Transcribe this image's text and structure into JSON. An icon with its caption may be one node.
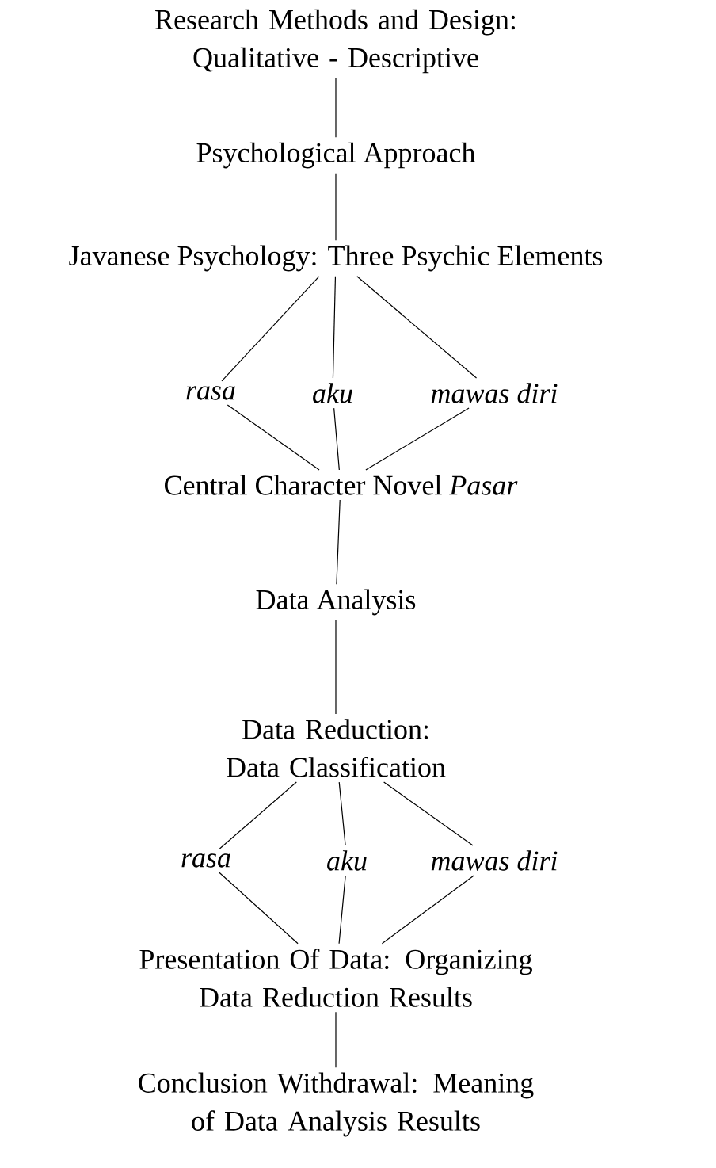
{
  "diagram": {
    "nodes": [
      {
        "text": [
          "Research Methods and Design: Qualitative - Descriptive"
        ]
      },
      {
        "text": [
          "Psychological Approach"
        ]
      },
      {
        "text": [
          "Javanese Psychology: Three Psychic Elements"
        ]
      },
      {
        "text": [
          "rasa"
        ]
      },
      {
        "text": [
          "aku"
        ]
      },
      {
        "text": [
          "mawas diri"
        ]
      },
      {
        "text": [
          "Central Character Novel *Pasar*"
        ]
      },
      {
        "text": [
          "Data Analysis"
        ]
      },
      {
        "text": [
          "Data Reduction: Data Classification"
        ]
      },
      {
        "text": [
          "rasa"
        ]
      },
      {
        "text": [
          "aku"
        ]
      },
      {
        "text": [
          "mawas diri"
        ]
      },
      {
        "text": [
          "Presentation Of Data: Organizing Data Reduction Results"
        ]
      },
      {
        "text": [
          "Conclusion Withdrawal: Meaning of Data Analysis Results"
        ]
      }
    ],
    "edges": [
      {
        "from": 0,
        "to": 1,
        "arrow": "none"
      },
      {
        "from": 1,
        "to": 2,
        "arrow": "none"
      },
      {
        "from": 2,
        "to": 3,
        "arrow": "none"
      },
      {
        "from": 2,
        "to": 4,
        "arrow": "none"
      },
      {
        "from": 2,
        "to": 5,
        "arrow": "none"
      },
      {
        "from": 3,
        "to": 6,
        "arrow": "none"
      },
      {
        "from": 4,
        "to": 6,
        "arrow": "none"
      },
      {
        "from": 5,
        "to": 6,
        "arrow": "none"
      },
      {
        "from": 6,
        "to": 7,
        "arrow": "none"
      },
      {
        "from": 7,
        "to": 8,
        "arrow": "none"
      },
      {
        "from": 8,
        "to": 9,
        "arrow": "none"
      },
      {
        "from": 8,
        "to": 10,
        "arrow": "none"
      },
      {
        "from": 8,
        "to": 11,
        "arrow": "none"
      },
      {
        "from": 9,
        "to": 12,
        "arrow": "none"
      },
      {
        "from": 10,
        "to": 12,
        "arrow": "none"
      },
      {
        "from": 11,
        "to": 12,
        "arrow": "none"
      },
      {
        "from": 12,
        "to": 13,
        "arrow": "none"
      }
    ]
  }
}
